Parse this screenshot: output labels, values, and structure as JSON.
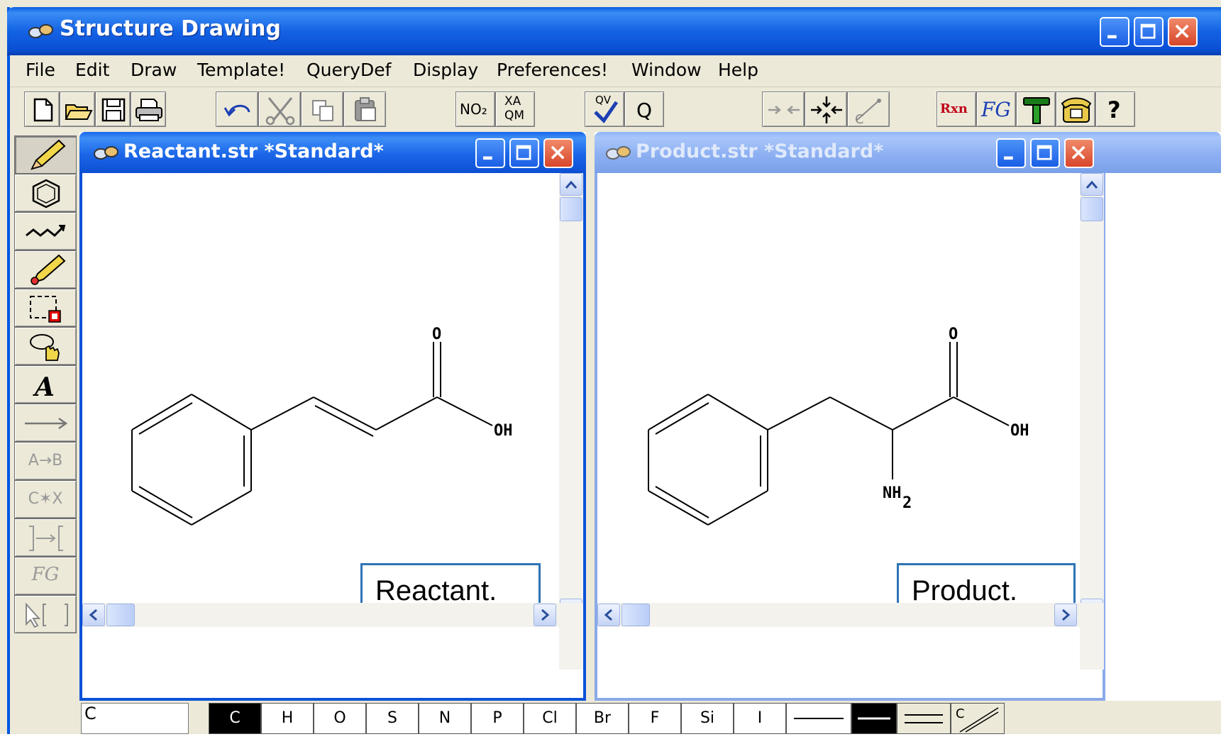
{
  "window": {
    "title": "Structure Drawing"
  },
  "menu": [
    {
      "label": "File"
    },
    {
      "label": "Edit"
    },
    {
      "label": "Draw"
    },
    {
      "label": "Template!"
    },
    {
      "label": "QueryDef"
    },
    {
      "label": "Display"
    },
    {
      "label": "Preferences!"
    },
    {
      "label": "Window"
    },
    {
      "label": "Help"
    }
  ],
  "toolbar": {
    "no2": "NO₂",
    "xa": "XA",
    "qm": "QM",
    "q": "Q",
    "qv": "QV",
    "rxn": "Rxn",
    "fg": "FG",
    "help": "?"
  },
  "palette": {
    "ab": "A→B",
    "cx": "C✶X",
    "fg": "FG"
  },
  "reactant": {
    "title": "Reactant.str *Standard*",
    "label": "Reactant.",
    "atoms": {
      "o": "O",
      "oh": "OH"
    }
  },
  "product": {
    "title": "Product.str *Standard*",
    "label": "Product.",
    "atoms": {
      "o": "O",
      "oh": "OH",
      "nh": "NH",
      "sub": "2"
    }
  },
  "elements": {
    "current": "C",
    "list": [
      "C",
      "H",
      "O",
      "S",
      "N",
      "P",
      "Cl",
      "Br",
      "F",
      "Si",
      "I"
    ],
    "active": "C"
  }
}
